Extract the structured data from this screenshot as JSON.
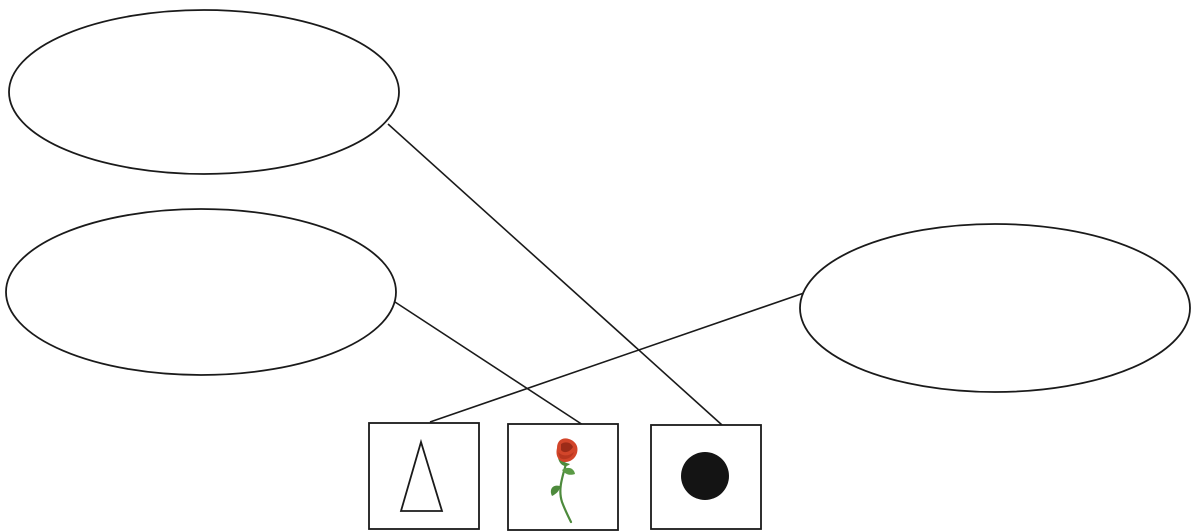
{
  "diagram": {
    "type": "matching-exercise",
    "ovals": [
      {
        "id": "oval-top-left",
        "label": ""
      },
      {
        "id": "oval-middle-left",
        "label": ""
      },
      {
        "id": "oval-right",
        "label": ""
      }
    ],
    "cards": [
      {
        "id": "card-triangle",
        "icon": "triangle-icon"
      },
      {
        "id": "card-rose",
        "icon": "rose-icon"
      },
      {
        "id": "card-circle",
        "icon": "filled-circle-icon"
      }
    ],
    "connections": [
      {
        "from": "oval-top-left",
        "to": "card-circle"
      },
      {
        "from": "oval-middle-left",
        "to": "card-rose"
      },
      {
        "from": "oval-right",
        "to": "card-triangle"
      }
    ],
    "colors": {
      "stroke": "#1a1a1a",
      "circle_fill": "#141414",
      "rose_petal": "#d2452a",
      "rose_petal_dark": "#9c2b18",
      "rose_stem": "#4d8a3c"
    }
  }
}
